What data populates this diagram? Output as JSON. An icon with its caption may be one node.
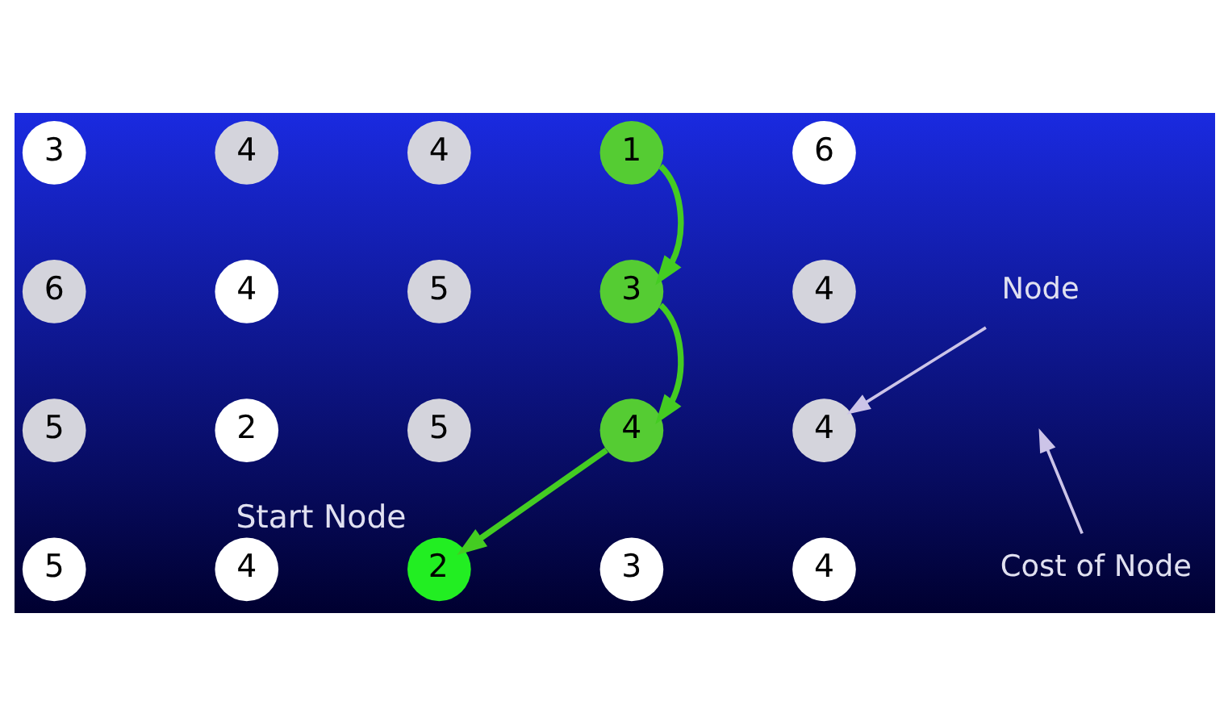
{
  "diagram": {
    "nodes": [
      {
        "text": [
          "3"
        ]
      },
      {
        "text": [
          "4"
        ]
      },
      {
        "text": [
          "4"
        ]
      },
      {
        "text": [
          "1"
        ]
      },
      {
        "text": [
          "6"
        ]
      },
      {
        "text": [
          "6"
        ]
      },
      {
        "text": [
          "4"
        ]
      },
      {
        "text": [
          "5"
        ]
      },
      {
        "text": [
          "3"
        ]
      },
      {
        "text": [
          "4"
        ]
      },
      {
        "text": [
          "5"
        ]
      },
      {
        "text": [
          "2"
        ]
      },
      {
        "text": [
          "5"
        ]
      },
      {
        "text": [
          "4"
        ]
      },
      {
        "text": [
          "4"
        ]
      },
      {
        "text": [
          "5"
        ]
      },
      {
        "text": [
          "4"
        ]
      },
      {
        "text": [
          "2"
        ],
        "beside": [
          "Start Node"
        ]
      },
      {
        "text": [
          "3"
        ]
      },
      {
        "text": [
          "4"
        ]
      },
      {
        "text": [
          "Node"
        ]
      },
      {
        "text": [
          "Cost of Node"
        ]
      }
    ],
    "edges": [
      {
        "from": 3,
        "to": 8,
        "arrow": "to"
      },
      {
        "from": 8,
        "to": 13,
        "arrow": "to"
      },
      {
        "from": 13,
        "to": 17,
        "arrow": "to"
      },
      {
        "from": 20,
        "to": 14,
        "arrow": "to",
        "color": "#ccc4e8"
      },
      {
        "from": 21,
        "to": null,
        "arrow": "to",
        "color": "#ccc4e8"
      }
    ]
  }
}
